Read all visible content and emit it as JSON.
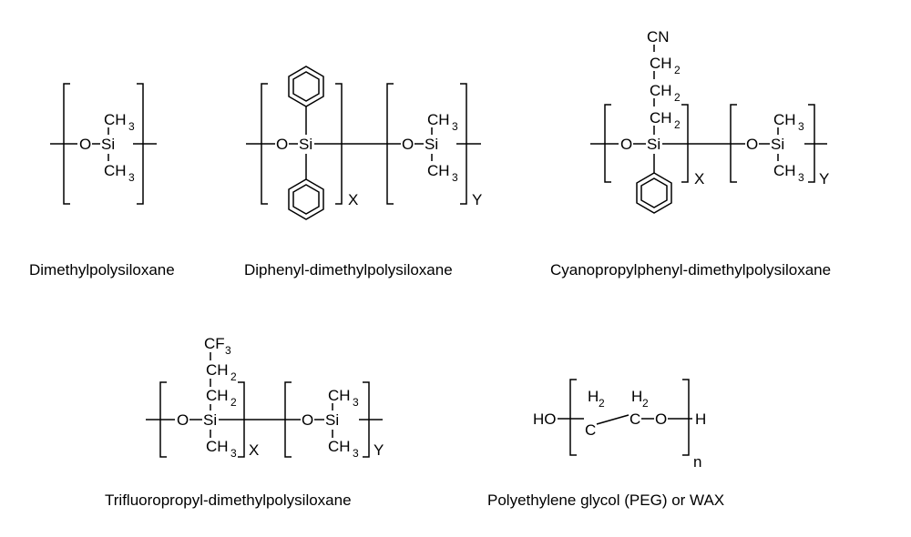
{
  "atoms": {
    "o": "O",
    "si": "Si",
    "c": "C",
    "ch": "CH",
    "ch3_sub": "3",
    "ch2_sub": "2",
    "h2": "H",
    "cn": "CN",
    "cf": "CF",
    "ho": "HO",
    "h": "H"
  },
  "repeat": {
    "x": "X",
    "y": "Y",
    "n": "n"
  },
  "captions": {
    "dimethyl": "Dimethylpolysiloxane",
    "diphenyl": "Diphenyl-dimethylpolysiloxane",
    "cyanopropyl": "Cyanopropylphenyl-dimethylpolysiloxane",
    "trifluoropropyl": "Trifluoropropyl-dimethylpolysiloxane",
    "peg": "Polyethylene glycol (PEG) or WAX"
  }
}
